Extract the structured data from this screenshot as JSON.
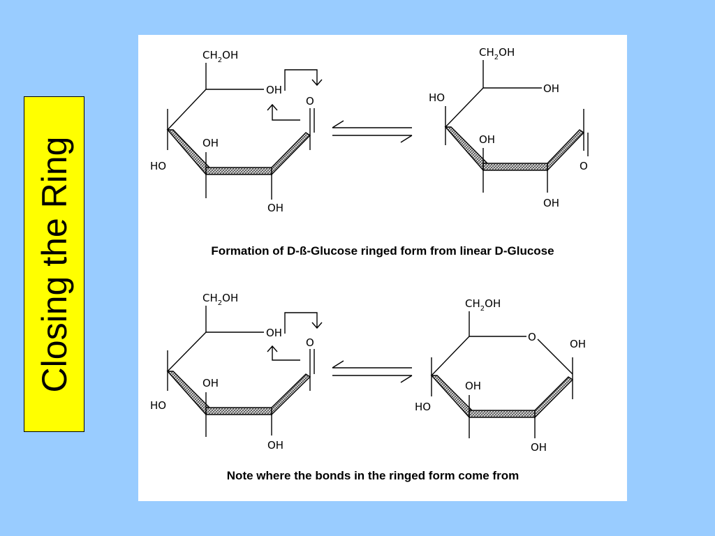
{
  "slide": {
    "title": "Closing the Ring",
    "background_color": "#99ccff",
    "title_box_color": "#ffff00"
  },
  "figure": {
    "caption_top": "Formation of D-ß-Glucose ringed form from linear D-Glucose",
    "caption_bottom": "Note where the bonds in the ringed form come from",
    "labels": {
      "ch2oh_main": "CH",
      "ch2oh_sub": "2",
      "ch2oh_end": "OH",
      "oh": "OH",
      "ho": "HO",
      "o": "O"
    }
  }
}
